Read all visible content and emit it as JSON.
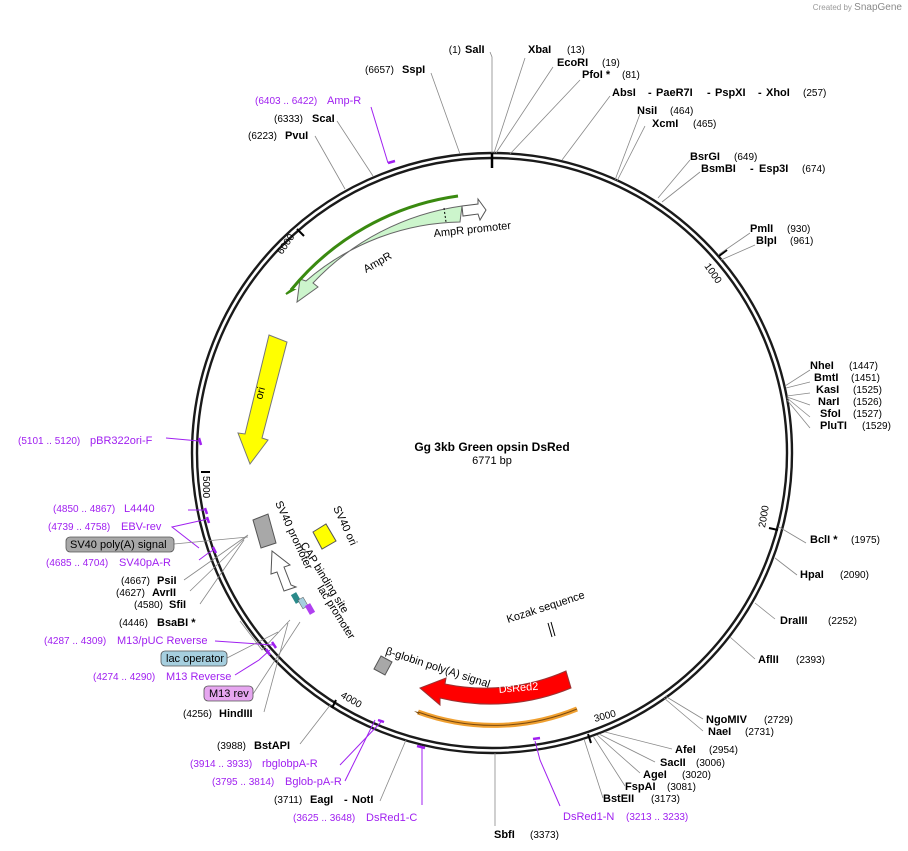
{
  "watermark": {
    "prefix": "Created by",
    "brand": "SnapGene"
  },
  "plasmid": {
    "name": "Gg 3kb Green opsin DsRed",
    "length": "6771 bp"
  },
  "ticks": [
    "1000",
    "2000",
    "3000",
    "4000",
    "5000",
    "6000"
  ],
  "enzymes": {
    "SalI": {
      "name": "SalI",
      "pos": "(1)"
    },
    "XbaI": {
      "name": "XbaI",
      "pos": "(13)"
    },
    "EcoRI": {
      "name": "EcoRI",
      "pos": "(19)"
    },
    "PfoI": {
      "name": "PfoI *",
      "pos": "(81)"
    },
    "AbsI": {
      "name": "AbsI",
      "sep1": "-",
      "name2": "PaeR7I",
      "sep2": "-",
      "name3": "PspXI",
      "sep3": "-",
      "name4": "XhoI",
      "pos": "(257)"
    },
    "NsiI": {
      "name": "NsiI",
      "pos": "(464)"
    },
    "XcmI": {
      "name": "XcmI",
      "pos": "(465)"
    },
    "BsrGI": {
      "name": "BsrGI",
      "pos": "(649)"
    },
    "BsmBI": {
      "name": "BsmBI",
      "sep": "-",
      "name2": "Esp3I",
      "pos": "(674)"
    },
    "PmlI": {
      "name": "PmlI",
      "pos": "(930)"
    },
    "BlpI": {
      "name": "BlpI",
      "pos": "(961)"
    },
    "NheI": {
      "name": "NheI",
      "pos": "(1447)"
    },
    "BmtI": {
      "name": "BmtI",
      "pos": "(1451)"
    },
    "KasI": {
      "name": "KasI",
      "pos": "(1525)"
    },
    "NarI": {
      "name": "NarI",
      "pos": "(1526)"
    },
    "SfoI": {
      "name": "SfoI",
      "pos": "(1527)"
    },
    "PluTI": {
      "name": "PluTI",
      "pos": "(1529)"
    },
    "BclI": {
      "name": "BclI *",
      "pos": "(1975)"
    },
    "HpaI": {
      "name": "HpaI",
      "pos": "(2090)"
    },
    "DraIII": {
      "name": "DraIII",
      "pos": "(2252)"
    },
    "AflII": {
      "name": "AflII",
      "pos": "(2393)"
    },
    "NgoMIV": {
      "name": "NgoMIV",
      "pos": "(2729)"
    },
    "NaeI": {
      "name": "NaeI",
      "pos": "(2731)"
    },
    "AfeI": {
      "name": "AfeI",
      "pos": "(2954)"
    },
    "SacII": {
      "name": "SacII",
      "pos": "(3006)"
    },
    "AgeI": {
      "name": "AgeI",
      "pos": "(3020)"
    },
    "FspAI": {
      "name": "FspAI",
      "pos": "(3081)"
    },
    "BstEII": {
      "name": "BstEII",
      "pos": "(3173)"
    },
    "SbfI": {
      "name": "SbfI",
      "pos": "(3373)"
    },
    "EagI": {
      "name": "EagI",
      "sep": "-",
      "name2": "NotI",
      "pos": "(3711)"
    },
    "BstAPI": {
      "name": "BstAPI",
      "pos": "(3988)"
    },
    "HindIII": {
      "name": "HindIII",
      "pos": "(4256)"
    },
    "BsaBI": {
      "name": "BsaBI *",
      "pos": "(4446)"
    },
    "SfiI": {
      "name": "SfiI",
      "pos": "(4580)"
    },
    "AvrII": {
      "name": "AvrII",
      "pos": "(4627)"
    },
    "PsiI": {
      "name": "PsiI",
      "pos": "(4667)"
    },
    "PvuI": {
      "name": "PvuI",
      "pos": "(6223)"
    },
    "ScaI": {
      "name": "ScaI",
      "pos": "(6333)"
    },
    "SspI": {
      "name": "SspI",
      "pos": "(6657)"
    }
  },
  "primers": {
    "AmpR": {
      "name": "Amp-R",
      "range": "(6403 .. 6422)"
    },
    "pBR322ori": {
      "name": "pBR322ori-F",
      "range": "(5101 .. 5120)"
    },
    "L4440": {
      "name": "L4440",
      "range": "(4850 .. 4867)"
    },
    "EBVrev": {
      "name": "EBV-rev",
      "range": "(4739 .. 4758)"
    },
    "SV40pAR": {
      "name": "SV40pA-R",
      "range": "(4685 .. 4704)"
    },
    "M13pUC": {
      "name": "M13/pUC Reverse",
      "range": "(4287 .. 4309)"
    },
    "M13Rev": {
      "name": "M13 Reverse",
      "range": "(4274 .. 4290)"
    },
    "rbglob": {
      "name": "rbglobpA-R",
      "range": "(3914 .. 3933)"
    },
    "Bglob": {
      "name": "Bglob-pA-R",
      "range": "(3795 .. 3814)"
    },
    "DsRed1C": {
      "name": "DsRed1-C",
      "range": "(3625 .. 3648)"
    },
    "DsRed1N": {
      "name": "DsRed1-N",
      "range": "(3213 .. 3233)"
    }
  },
  "boxed": {
    "sv40polyA": "SV40 poly(A) signal",
    "lacop": "lac operator",
    "m13rev": "M13 rev"
  },
  "features": {
    "ampr_promoter": "AmpR promoter",
    "ampr": "AmpR",
    "ori": "ori",
    "sv40_promoter": "SV40 promoter",
    "sv40_ori": "SV40 ori",
    "cap": "CAP binding site",
    "lac_promoter": "lac promoter",
    "kozak": "Kozak sequence",
    "bglobin": "β-globin poly(A) signal",
    "dsred2": "DsRed2"
  },
  "colors": {
    "backbone": "#000000",
    "ampr_fill": "#ccf5cc",
    "ori_fill": "#ffff00",
    "dsred_fill": "#ff0000",
    "primer": "#a020f0",
    "sv40_fill": "#a8a8a8",
    "lacop_fill": "#a6cfdf",
    "m13rev_fill": "#e6a6f0"
  }
}
